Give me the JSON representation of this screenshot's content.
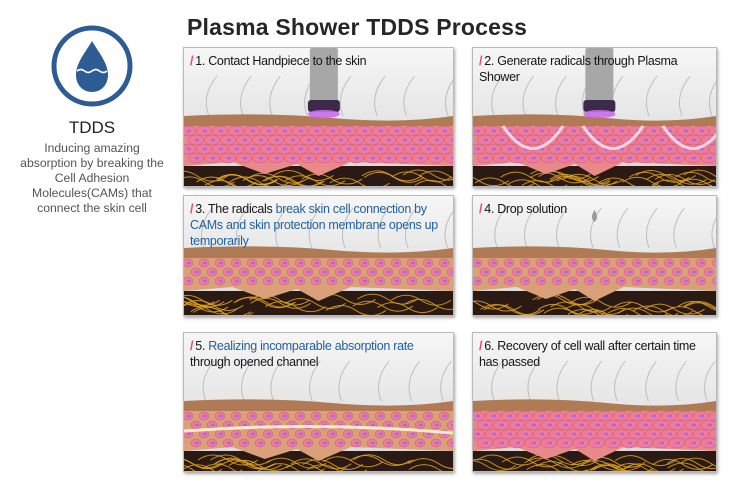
{
  "title": "Plasma Shower TDDS Process",
  "info": {
    "icon": "water-drop-icon",
    "name": "TDDS",
    "description_lines": [
      "Inducing amazing",
      "absorption by breaking the",
      "Cell Adhesion",
      "Molecules(CAMs) that",
      "connect the skin cell"
    ]
  },
  "colors": {
    "brand_blue": "#2d5b94",
    "highlight_text": "#1f5f9f",
    "slash_pink": "#e8457c",
    "skin_pink": "#e88a8a",
    "nucleus_purple": "#9a6cf0",
    "fiber_gold": "#e0a520"
  },
  "steps": [
    {
      "number": "1.",
      "parts": [
        {
          "text": "Contact Handpiece to the skin",
          "highlight": false
        }
      ],
      "device": "handpiece"
    },
    {
      "number": "2.",
      "parts": [
        {
          "text": "Generate radicals through Plasma Shower",
          "highlight": false
        }
      ],
      "device": "handpiece-glow"
    },
    {
      "number": "3.",
      "parts": [
        {
          "text": "The radicals ",
          "highlight": false
        },
        {
          "text": "break skin cell connection by CAMs and skin protection membrane opens up temporarily",
          "highlight": true
        }
      ],
      "device": "none"
    },
    {
      "number": "4.",
      "parts": [
        {
          "text": "Drop solution",
          "highlight": false
        }
      ],
      "device": "dropper"
    },
    {
      "number": "5.",
      "parts": [
        {
          "text": "Realizing incomparable absorption rate",
          "highlight": true
        },
        {
          "text": " through opened channel",
          "highlight": false
        }
      ],
      "device": "none"
    },
    {
      "number": "6.",
      "parts": [
        {
          "text": "Recovery of cell wall after certain time has passed",
          "highlight": false
        }
      ],
      "device": "none"
    }
  ]
}
